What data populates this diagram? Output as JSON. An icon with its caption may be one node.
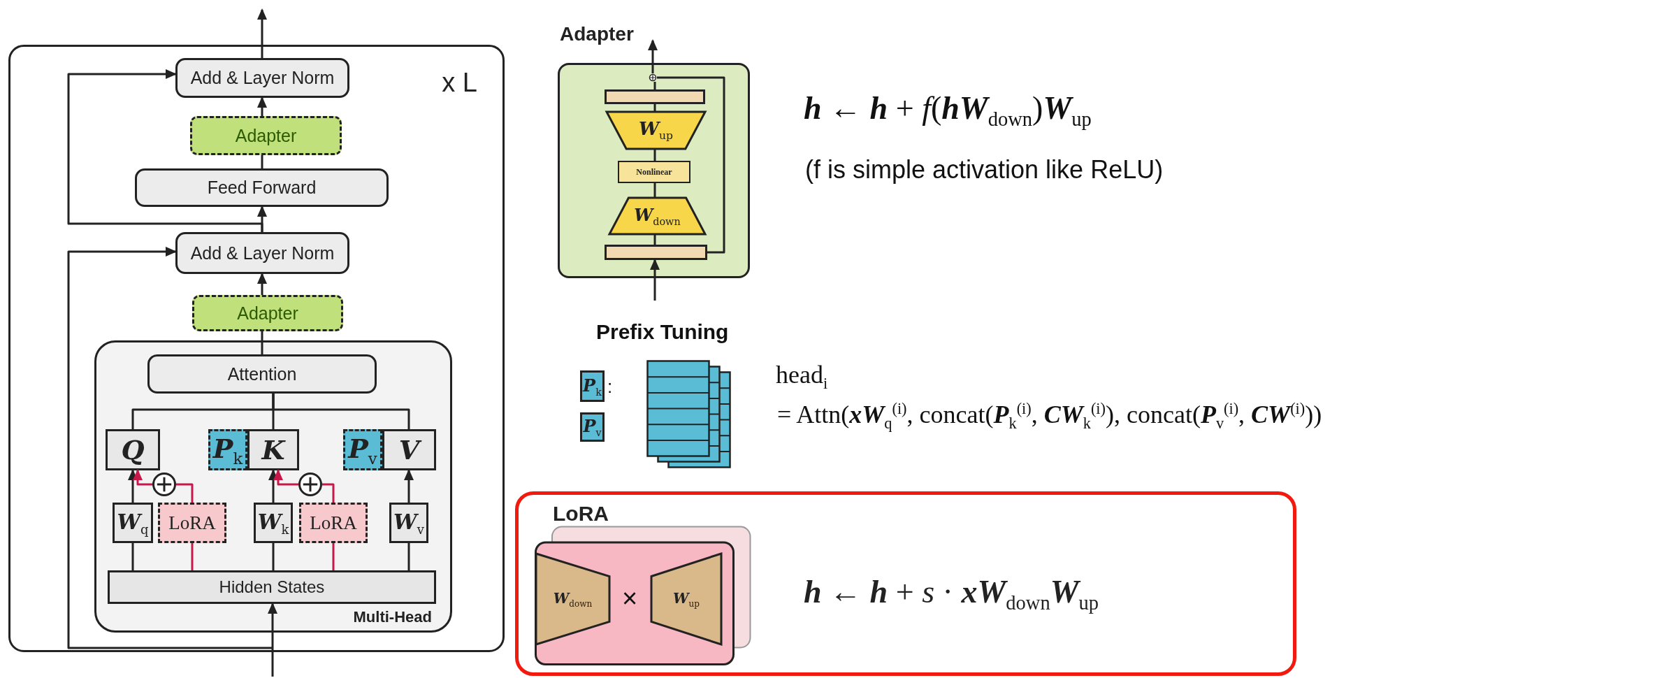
{
  "diagram": {
    "nodes": [
      {
        "text": [
          "x L"
        ]
      },
      {
        "text": [
          "Add & Layer Norm"
        ],
        "in": 0
      },
      {
        "text": [
          "Adapter"
        ],
        "in": 0
      },
      {
        "text": [
          "Feed Forward"
        ],
        "in": 0
      },
      {
        "text": [
          "Add & Layer Norm"
        ],
        "in": 0
      },
      {
        "text": [
          "Adapter"
        ],
        "in": 0
      },
      {
        "text": [
          "Multi-Head"
        ],
        "in": 0
      },
      {
        "text": [
          "Attention"
        ],
        "in": 6
      },
      {
        "text": [
          "Q"
        ],
        "in": 6
      },
      {
        "text": [
          "P$_{k}$"
        ],
        "in": 6
      },
      {
        "text": [
          "K"
        ],
        "in": 6
      },
      {
        "text": [
          "P$_{v}$"
        ],
        "in": 6
      },
      {
        "text": [
          "V"
        ],
        "in": 6
      },
      {
        "text": [],
        "shape": "circle",
        "in": 6
      },
      {
        "text": [
          "W$_{q}$"
        ],
        "in": 6
      },
      {
        "text": [
          "LoRA"
        ],
        "in": 6
      },
      {
        "text": [],
        "shape": "circle",
        "in": 6
      },
      {
        "text": [
          "W$_{k}$"
        ],
        "in": 6
      },
      {
        "text": [
          "LoRA"
        ],
        "in": 6
      },
      {
        "text": [
          "W$_{v}$"
        ],
        "in": 6
      },
      {
        "text": [
          "Hidden States"
        ],
        "in": 6
      },
      {
        "text": [
          "Adapter"
        ]
      },
      {
        "text": [],
        "shape": "circle",
        "in": 21
      },
      {
        "text": [],
        "shape": "bar",
        "in": 21
      },
      {
        "text": [
          "W$_{up}$"
        ],
        "in": 21
      },
      {
        "text": [
          "Nonlinear"
        ],
        "in": 21
      },
      {
        "text": [
          "W$_{down}$"
        ],
        "in": 21
      },
      {
        "text": [],
        "shape": "bar",
        "in": 21
      },
      {
        "text": [
          "P$_{k}$"
        ]
      },
      {
        "text": [
          "P$_{v}$"
        ]
      },
      {
        "text": [],
        "shape": "box"
      },
      {
        "text": [
          "**h** ← **h** + *s* · **xW**$_{down}$**W**$_{up}$"
        ]
      },
      {
        "text": [
          "LoRA"
        ],
        "in": 31
      },
      {
        "text": [
          "W$_{down}$"
        ],
        "in": 32
      },
      {
        "text": [
          "W$_{up}$"
        ],
        "in": 32
      }
    ],
    "edges": [
      {
        "from": 1,
        "to": null,
        "arrow": "to"
      },
      {
        "from": 2,
        "to": 1,
        "arrow": "to"
      },
      {
        "from": 3,
        "to": 2,
        "arrow": "none"
      },
      {
        "from": 4,
        "to": 3,
        "arrow": "to"
      },
      {
        "from": 4,
        "to": 1,
        "arrow": "to"
      },
      {
        "from": 5,
        "to": 4,
        "arrow": "to"
      },
      {
        "from": 7,
        "to": 5,
        "arrow": "none"
      },
      {
        "from": 8,
        "to": 7,
        "arrow": "none"
      },
      {
        "from": 10,
        "to": 7,
        "arrow": "none"
      },
      {
        "from": 12,
        "to": 7,
        "arrow": "none"
      },
      {
        "from": 14,
        "to": 8,
        "arrow": "to"
      },
      {
        "from": 13,
        "to": 8,
        "arrow": "to",
        "color": "#c8184a"
      },
      {
        "from": 15,
        "to": 13,
        "arrow": "none",
        "color": "#c8184a"
      },
      {
        "from": 17,
        "to": 10,
        "arrow": "to"
      },
      {
        "from": 16,
        "to": 10,
        "arrow": "to",
        "color": "#c8184a"
      },
      {
        "from": 18,
        "to": 16,
        "arrow": "none",
        "color": "#c8184a"
      },
      {
        "from": 19,
        "to": 12,
        "arrow": "to"
      },
      {
        "from": 20,
        "to": 14,
        "arrow": "none"
      },
      {
        "from": 20,
        "to": 15,
        "arrow": "none",
        "color": "#c8184a"
      },
      {
        "from": 20,
        "to": 17,
        "arrow": "none"
      },
      {
        "from": 20,
        "to": 18,
        "arrow": "none",
        "color": "#c8184a"
      },
      {
        "from": 20,
        "to": 19,
        "arrow": "none"
      },
      {
        "from": null,
        "to": 20,
        "arrow": "to"
      },
      {
        "from": null,
        "to": 4,
        "arrow": "to"
      },
      {
        "from": null,
        "to": 27,
        "arrow": "to"
      },
      {
        "from": 27,
        "to": 26,
        "arrow": "none"
      },
      {
        "from": 26,
        "to": 25,
        "arrow": "none"
      },
      {
        "from": 25,
        "to": 24,
        "arrow": "none"
      },
      {
        "from": 24,
        "to": 23,
        "arrow": "none"
      },
      {
        "from": 23,
        "to": 22,
        "arrow": "none"
      },
      {
        "from": 22,
        "to": null,
        "arrow": "to"
      },
      {
        "from": 27,
        "to": 22,
        "arrow": "none"
      }
    ],
    "labels": [
      "**h** ← **h** + *f*(**hW**$_{down}$)**W**$_{up}$",
      "(f is simple activation like ReLU)",
      "Prefix Tuning",
      ":",
      "head$_{i}$",
      "= Attn(**xW**$_{q}$$^{(i)}$, concat(**P**$_{k}$$^{(i)}$, **CW**$_{k}$$^{(i)}$), concat(**P**$_{v}$$^{(i)}$, **CW**$^{(i)}$))",
      "×"
    ]
  }
}
